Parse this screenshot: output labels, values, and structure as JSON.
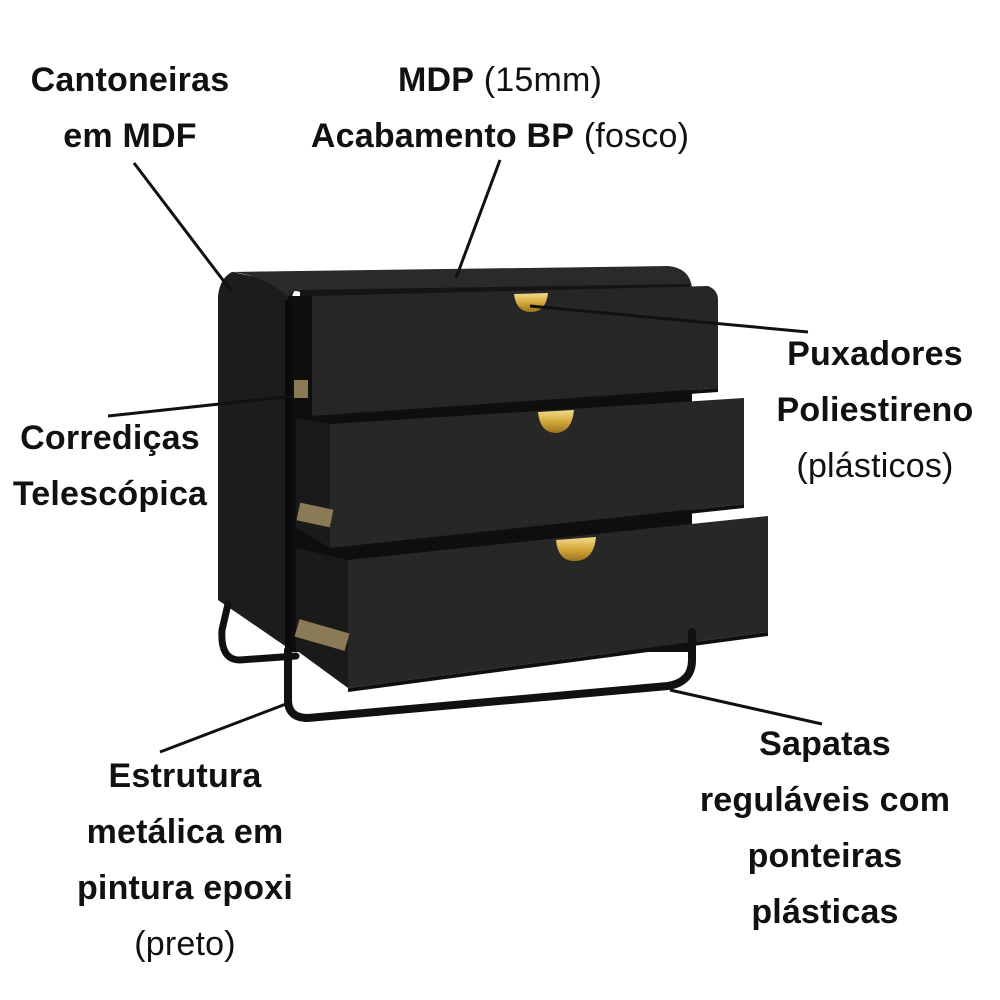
{
  "labels": {
    "cantoneiras": {
      "l1": "Cantoneiras",
      "l2": "em MDF"
    },
    "mdp": {
      "bold1": "MDP",
      "thin1": " (15mm)",
      "bold2": "Acabamento BP",
      "thin2": " (fosco)"
    },
    "puxadores": {
      "l1": "Puxadores",
      "l2": "Poliestireno",
      "l3": "(plásticos)"
    },
    "corredicas": {
      "l1": "Corrediças",
      "l2": "Telescópica"
    },
    "estrutura": {
      "l1": "Estrutura",
      "l2": "metálica em",
      "l3": "pintura epoxi",
      "l4": "(preto)"
    },
    "sapatas": {
      "l1": "Sapatas",
      "l2": "reguláveis com",
      "l3": "ponteiras",
      "l4": "plásticas"
    }
  },
  "colors": {
    "body": "#1f1f1f",
    "front": "#262626",
    "edge": "#0f0f0f",
    "handle": "#d4a93a",
    "frame": "#111111"
  }
}
